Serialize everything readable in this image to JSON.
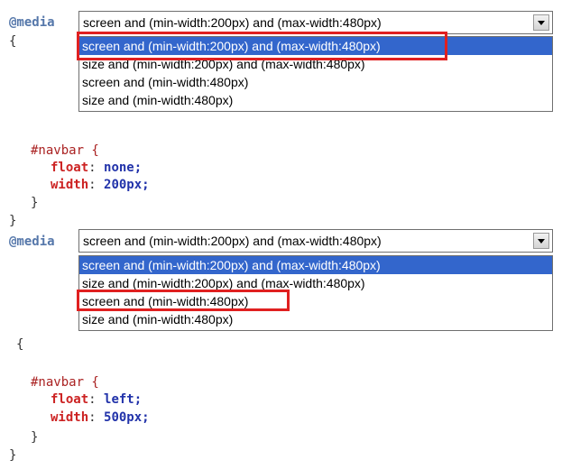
{
  "code1": {
    "media_kw": "@media",
    "open_brace": "{",
    "navbar_selector": "#navbar {",
    "prop1_name": "float",
    "prop1_value": "none;",
    "prop2_name": "width",
    "prop2_value": "200px;",
    "close_inner": "}",
    "close_outer": "}"
  },
  "select1": {
    "selected": "screen and (min-width:200px) and (max-width:480px)",
    "options": [
      "screen and (min-width:200px) and (max-width:480px)",
      "size and (min-width:200px) and (max-width:480px)",
      "screen and (min-width:480px)",
      "size and (min-width:480px)"
    ]
  },
  "code2": {
    "media_kw": "@media",
    "open_brace": "{",
    "navbar_selector": "#navbar {",
    "prop1_name": "float",
    "prop1_value": "left;",
    "prop2_name": "width",
    "prop2_value": "500px;",
    "close_inner": "}",
    "close_outer": "}"
  },
  "select2": {
    "selected": "screen and (min-width:200px) and (max-width:480px)",
    "options": [
      "screen and (min-width:200px) and (max-width:480px)",
      "size and (min-width:200px) and (max-width:480px)",
      "screen and (min-width:480px)",
      "size and (min-width:480px)"
    ]
  },
  "colors": {
    "highlight": "#3366cc",
    "red_box": "#e02020"
  }
}
